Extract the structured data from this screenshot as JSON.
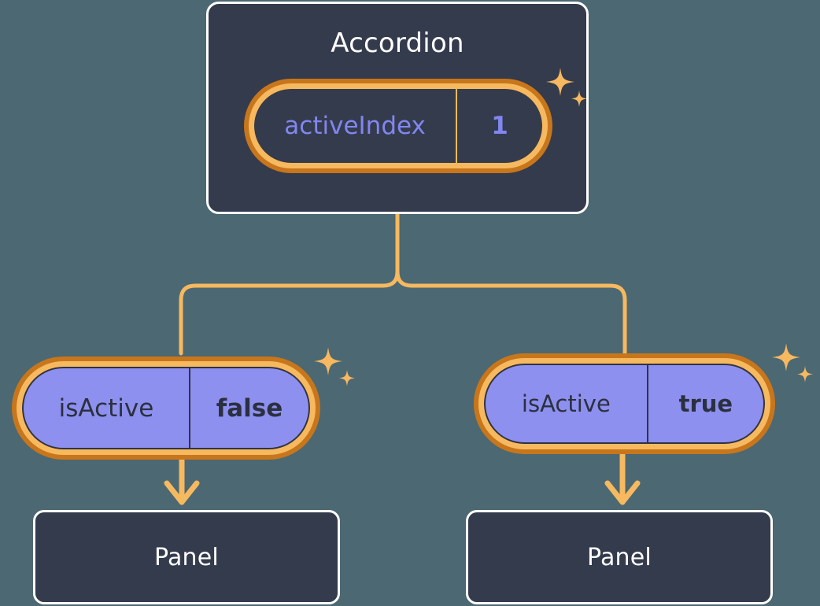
{
  "background_color": "#4c6872",
  "palette": {
    "card_fill": "#343b4c",
    "card_border": "#ffffff",
    "wire": "#f6b95f",
    "pill_ring_outer": "#c8761c",
    "pill_ring_inner": "#f6b95f",
    "pill_purple_fill": "#8d90ee",
    "value_text_blue": "#8286f0",
    "value_text_dark": "#2b3040",
    "sparkle": "#f8b860"
  },
  "diagram": {
    "root": {
      "title": "Accordion",
      "prop": {
        "key": "activeIndex",
        "value": "1"
      },
      "sparkle_icon": "sparkles-icon"
    },
    "children": [
      {
        "prop": {
          "key": "isActive",
          "value": "false"
        },
        "panel_title": "Panel",
        "sparkle_icon": "sparkles-icon"
      },
      {
        "prop": {
          "key": "isActive",
          "value": "true"
        },
        "panel_title": "Panel",
        "sparkle_icon": "sparkles-icon"
      }
    ]
  }
}
